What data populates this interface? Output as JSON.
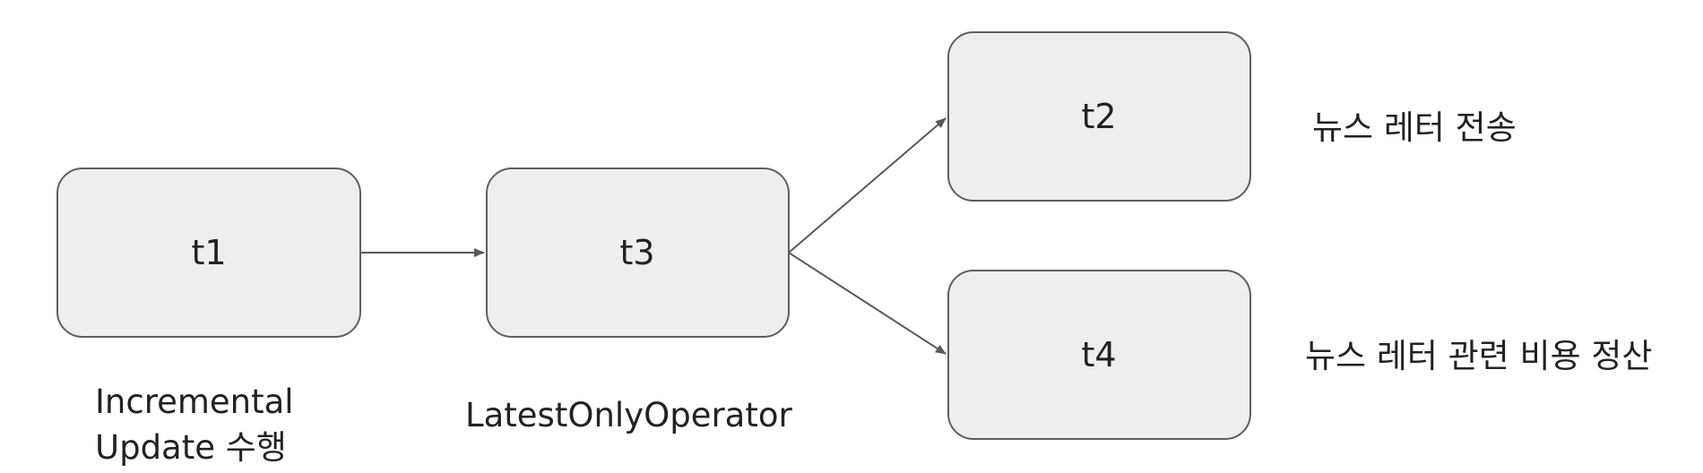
{
  "nodes": {
    "t1": {
      "label": "t1"
    },
    "t3": {
      "label": "t3"
    },
    "t2": {
      "label": "t2"
    },
    "t4": {
      "label": "t4"
    }
  },
  "annotations": {
    "t1_line1": "Incremental",
    "t1_line2": "Update 수행",
    "t3": "LatestOnlyOperator",
    "t2": "뉴스 레터 전송",
    "t4": "뉴스 레터 관련 비용 정산"
  },
  "edges": [
    {
      "from": "t1",
      "to": "t3"
    },
    {
      "from": "t3",
      "to": "t2"
    },
    {
      "from": "t3",
      "to": "t4"
    }
  ],
  "colors": {
    "node_fill": "#eeeeee",
    "node_stroke": "#5f5f5f",
    "edge": "#595959",
    "text": "#222222"
  }
}
